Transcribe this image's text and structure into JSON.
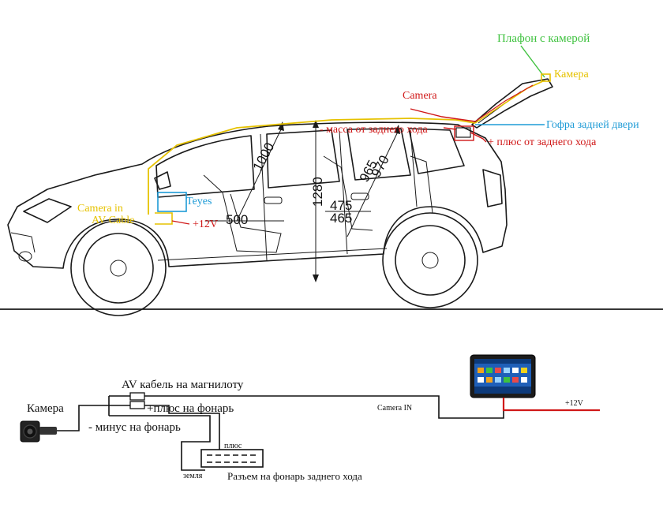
{
  "labels": {
    "lamp_with_camera": "Плафон с камерой",
    "camera_ru": "Камера",
    "camera_en": "Camera",
    "rear_door_corrugation": "Гофра задней двери",
    "reverse_ground": "- масса от заднего хода",
    "reverse_plus": "+ плюс от заднего хода",
    "teyes": "Teyes",
    "camera_in_line1": "Camera in",
    "camera_in_line2": "AV Cable",
    "plus12v_top": "+12V"
  },
  "dimensions": {
    "d1000": "1000",
    "d1280": "1280",
    "d965": "965",
    "d970": "970",
    "d500": "500",
    "d475": "475",
    "d465": "465"
  },
  "wiring": {
    "camera_label": "Камера",
    "av_cable": "AV кабель на магнилоту",
    "plus_lamp": "+плюс на фонарь",
    "minus_lamp": "- минус на фонарь",
    "camera_in": "Camera IN",
    "plus12v": "+12V",
    "plus_small": "плюс",
    "ground_small": "земля",
    "connector_label": "Разъем на фонарь заднего хода"
  },
  "colors": {
    "green": "#3fc23f",
    "yellow": "#e6c200",
    "red": "#d01818",
    "blue": "#1e9bd6",
    "line": "#1a1a1a"
  }
}
